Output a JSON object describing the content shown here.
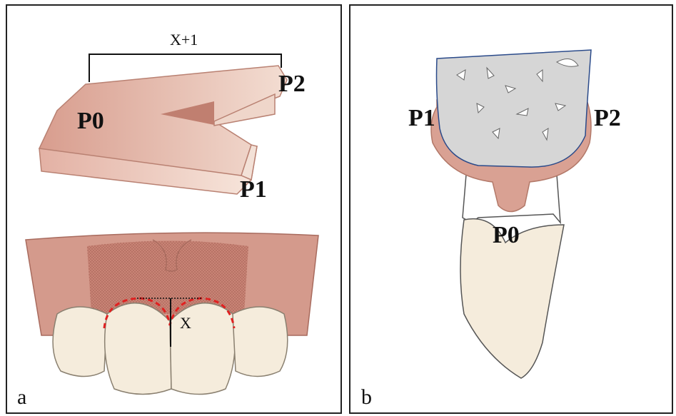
{
  "panels": {
    "a": {
      "letter": "a",
      "measure_top": "X+1",
      "measure_gap": "X",
      "points": {
        "p0": "P0",
        "p1": "P1",
        "p2": "P2"
      }
    },
    "b": {
      "letter": "b",
      "points": {
        "p0": "P0",
        "p1": "P1",
        "p2": "P2"
      }
    }
  },
  "colors": {
    "graft_pink": "#d9a193",
    "gum_pink": "#d49a8c",
    "tooth_cream": "#f5ecdc",
    "bone_gray": "#d6d6d6",
    "incision_red": "#e02020"
  }
}
